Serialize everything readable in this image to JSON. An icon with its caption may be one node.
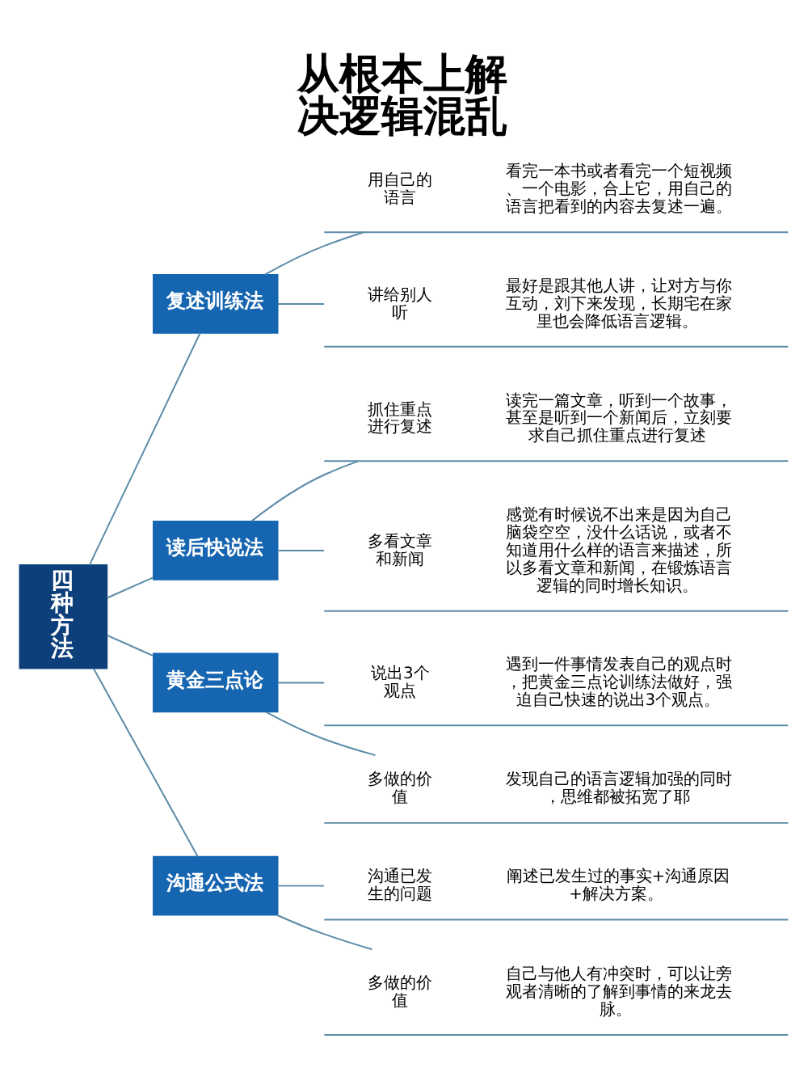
{
  "diagram": {
    "title": "从根本上解决逻辑混乱",
    "nodes": [
      {
        "text": [
          "四种方法"
        ]
      },
      {
        "text": [
          "复述训练法"
        ]
      },
      {
        "text": [
          "用自己的语言",
          "看完一本书或者看完一个短视频、一个电影，合上它，用自己的语言把看到的内容去复述一遍。"
        ]
      },
      {
        "text": [
          "讲给别人听",
          "最好是跟其他人讲，让对方与你互动，刘下来发现，长期宅在家里也会降低语言逻辑。"
        ]
      },
      {
        "text": [
          "读后快说法"
        ]
      },
      {
        "text": [
          "抓住重点进行复述",
          "读完一篇文章，听到一个故事，甚至是听到一个新闻后，立刻要求自己抓住重点进行复述"
        ]
      },
      {
        "text": [
          "多看文章和新闻",
          "感觉有时候说不出来是因为自己脑袋空空，没什么话说，或者不知道用什么样的语言来描述，所以多看文章和新闻，在锻炼语言逻辑的同时增长知识。"
        ]
      },
      {
        "text": [
          "黄金三点论"
        ]
      },
      {
        "text": [
          "说出3个观点",
          "遇到一件事情发表自己的观点时，把黄金三点论训练法做好，强迫自己快速的说出3个观点。"
        ]
      },
      {
        "text": [
          "多做的价值",
          "发现自己的语言逻辑加强的同时，思维都被拓宽了耶"
        ]
      },
      {
        "text": [
          "沟通公式法"
        ]
      },
      {
        "text": [
          "沟通已发生的问题",
          "阐述已发生过的事实+沟通原因+解决方案。"
        ]
      },
      {
        "text": [
          "多做的价值",
          "自己与他人有冲突时，可以让旁观者清晰的了解到事情的来龙去脉。"
        ]
      }
    ],
    "edges": [
      {
        "from": 0,
        "to": 1,
        "arrow": "none"
      },
      {
        "from": 1,
        "to": 2,
        "arrow": "none"
      },
      {
        "from": 1,
        "to": 3,
        "arrow": "none"
      },
      {
        "from": 0,
        "to": 4,
        "arrow": "none"
      },
      {
        "from": 4,
        "to": 5,
        "arrow": "none"
      },
      {
        "from": 4,
        "to": 6,
        "arrow": "none"
      },
      {
        "from": 0,
        "to": 7,
        "arrow": "none"
      },
      {
        "from": 7,
        "to": 8,
        "arrow": "none"
      },
      {
        "from": 7,
        "to": 9,
        "arrow": "none"
      },
      {
        "from": 0,
        "to": 10,
        "arrow": "none"
      },
      {
        "from": 10,
        "to": 11,
        "arrow": "none"
      },
      {
        "from": 10,
        "to": 12,
        "arrow": "none"
      }
    ]
  }
}
